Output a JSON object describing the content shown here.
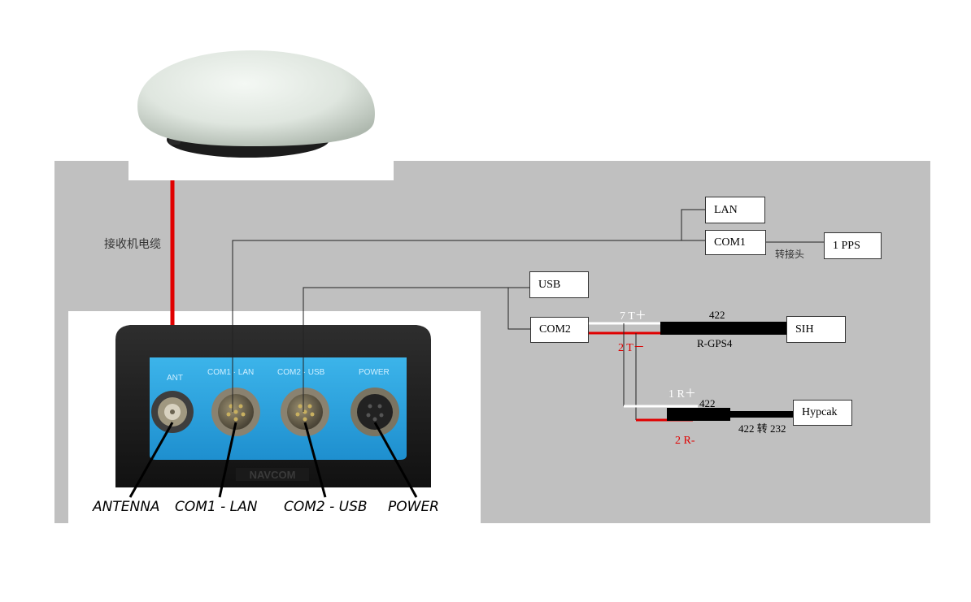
{
  "cable_label": "接收机电缆",
  "boxes": {
    "lan": "LAN",
    "com1": "COM1",
    "pps": "1 PPS",
    "usb": "USB",
    "com2": "COM2",
    "sih": "SIH",
    "hypcak": "Hypcak"
  },
  "adapter_label": "转接头",
  "wire_labels": {
    "t_plus": "7  T＋",
    "t_minus": "2  T－",
    "r_plus": "1 R＋",
    "r_minus": "2 R-",
    "line_422_top": "422",
    "r_gps4": "R-GPS4",
    "line_422_bottom": "422",
    "conv_422_232": "422 转 232"
  },
  "device": {
    "connector_labels": [
      "ANT",
      "COM1 · LAN",
      "COM2 · USB",
      "POWER"
    ],
    "port_labels": [
      "ANTENNA",
      "COM1 - LAN",
      "COM2 - USB",
      "POWER"
    ],
    "brand": "NAVCOM"
  },
  "colors": {
    "panel": "#c0c0c0",
    "red_wire": "#e00000",
    "device_blue": "#2aa6e0"
  }
}
